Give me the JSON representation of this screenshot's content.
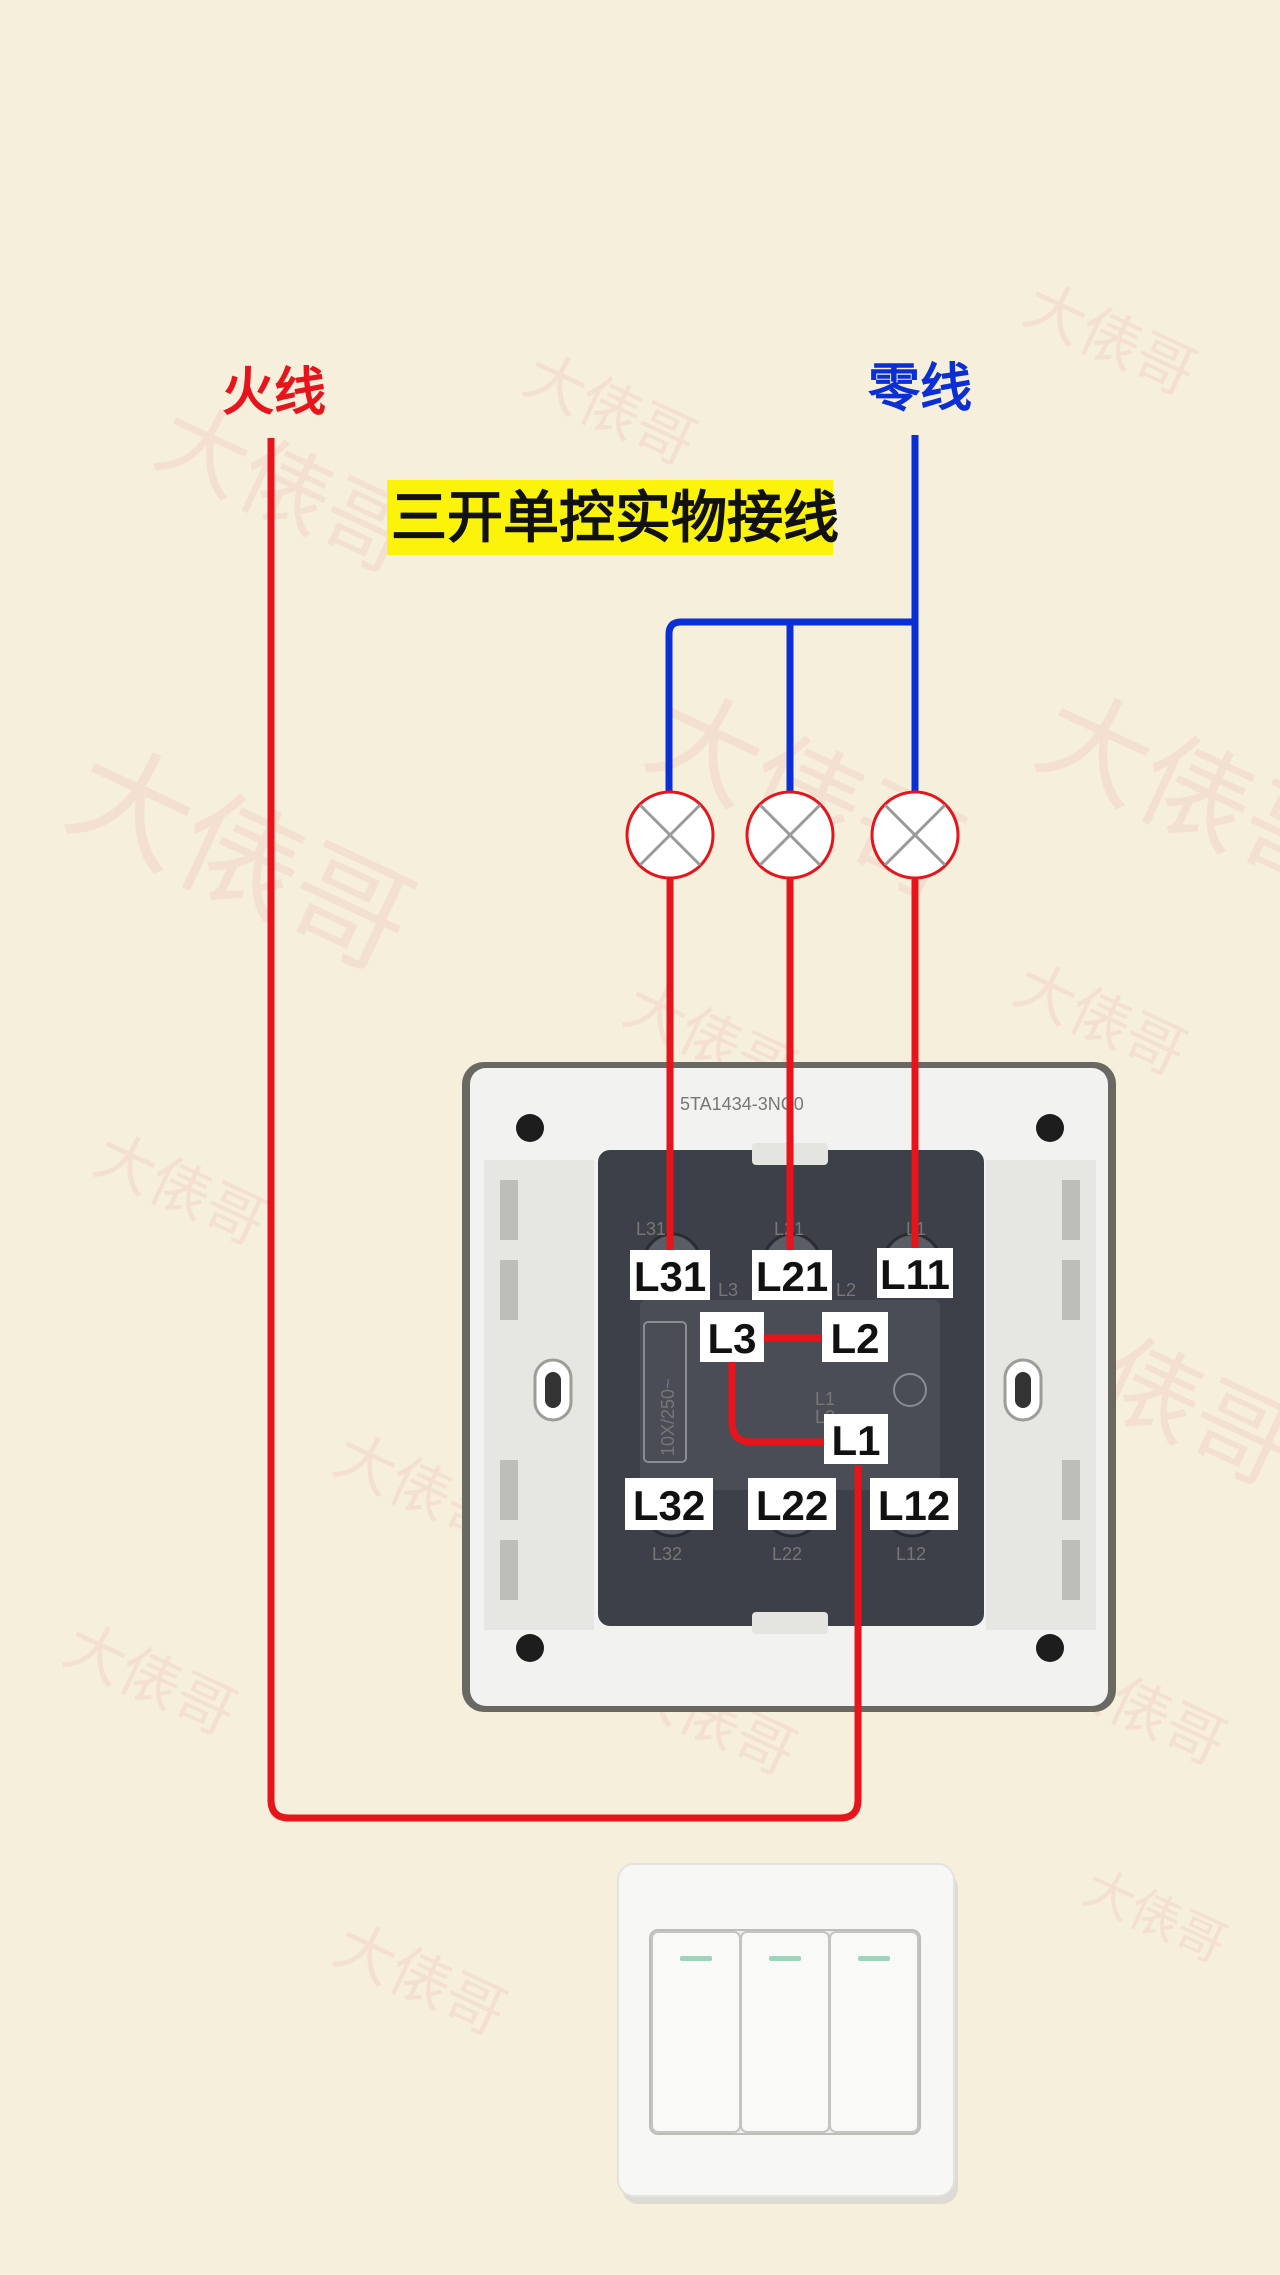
{
  "labels": {
    "live": "火线",
    "neutral": "零线",
    "title": "三开单控实物接线"
  },
  "terminals": {
    "L31": "L31",
    "L21": "L21",
    "L11": "L11",
    "L3": "L3",
    "L2": "L2",
    "L1": "L1",
    "L32": "L32",
    "L22": "L22",
    "L12": "L12"
  },
  "switch_back": {
    "model": "5TA1434-3NC0",
    "rating": "10X/250~",
    "legend_l1": "L1",
    "legend_l2": "L2",
    "print_l31": "L31",
    "print_l21": "L21",
    "print_l11": "L1",
    "print_l3": "L3",
    "print_l2": "L2",
    "print_l32": "L32",
    "print_l22": "L22",
    "print_l12": "L12"
  },
  "watermark": "大俵哥",
  "colors": {
    "live_wire": "#e8141b",
    "neutral_wire": "#0b2fd6",
    "title_highlight": "#fbf30a",
    "background": "#f6efdc"
  }
}
